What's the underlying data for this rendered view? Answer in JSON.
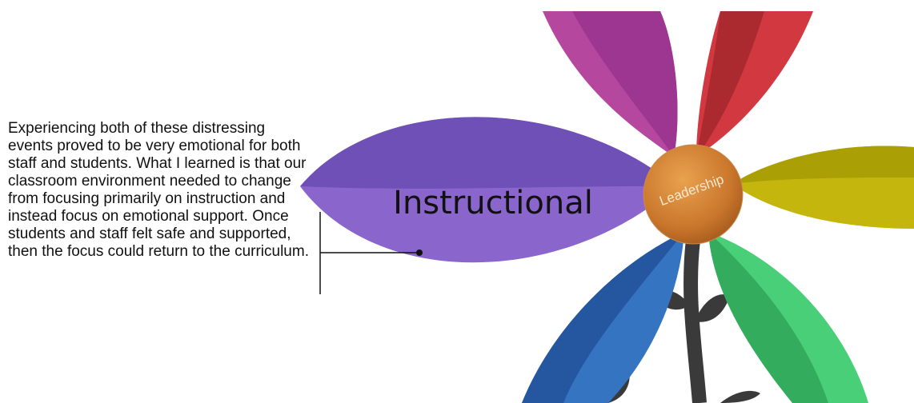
{
  "description": "Experiencing both of these distressing events proved to be very emotional for both staff and students.  What I learned is that our classroom environment needed to change from focusing primarily on instruction and instead focus on emotional support.  Once students and staff felt safe and supported, then the focus could return to the curriculum.",
  "flower": {
    "center_label": "Leadership",
    "highlighted_petal_label": "Instructional"
  },
  "colors": {
    "instructional_petal": "#7b5bc4",
    "magenta_petal": "#b5479f",
    "red_petal": "#c8303a",
    "yellow_petal": "#bfb20a",
    "green_petal": "#3fbf68",
    "blue_petal": "#2a63b0",
    "center": "#d0853a",
    "stem": "#3a3a3a"
  }
}
